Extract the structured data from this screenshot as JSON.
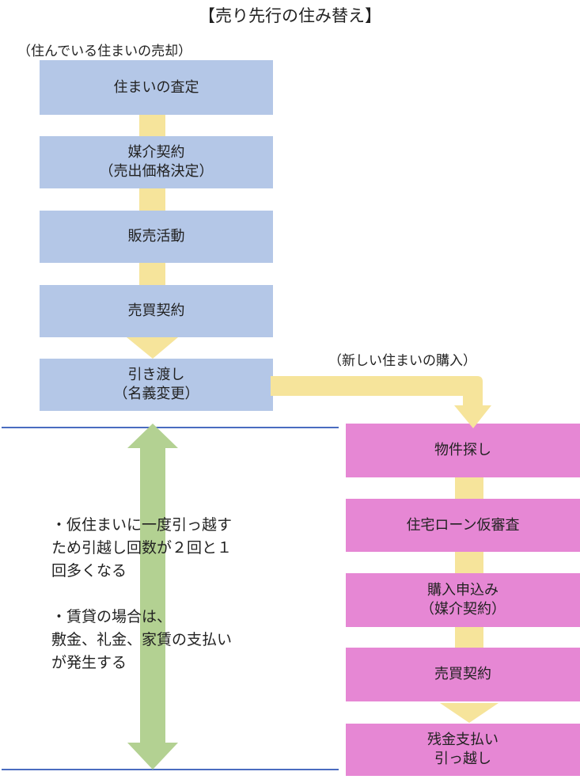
{
  "title": "【売り先行の住み替え】",
  "sale": {
    "label": "（住んでいる住まいの売却）",
    "steps": [
      {
        "line1": "住まいの査定",
        "line2": ""
      },
      {
        "line1": "媒介契約",
        "line2": "（売出価格決定）"
      },
      {
        "line1": "販売活動",
        "line2": ""
      },
      {
        "line1": "売買契約",
        "line2": ""
      },
      {
        "line1": "引き渡し",
        "line2": "（名義変更）"
      }
    ]
  },
  "purchase": {
    "label": "（新しい住まいの購入）",
    "steps": [
      {
        "line1": "物件探し",
        "line2": ""
      },
      {
        "line1": "住宅ローン仮審査",
        "line2": ""
      },
      {
        "line1": "購入申込み",
        "line2": "（媒介契約）"
      },
      {
        "line1": "売買契約",
        "line2": ""
      },
      {
        "line1": "残金支払い",
        "line2": "引っ越し"
      }
    ]
  },
  "notes": {
    "note1": [
      "・仮住まいに一度引っ越す",
      "ため引越し回数が２回と１",
      "回多くなる"
    ],
    "note2": [
      "・賃貸の場合は、",
      "敷金、礼金、家賃の支払い",
      "が発生する"
    ]
  },
  "colors": {
    "sale_box": "#b4c7e7",
    "purchase_box": "#e687d4",
    "connector": "#f6e49b",
    "period_arrow": "#b3d192",
    "period_line": "#4a6cc0"
  }
}
